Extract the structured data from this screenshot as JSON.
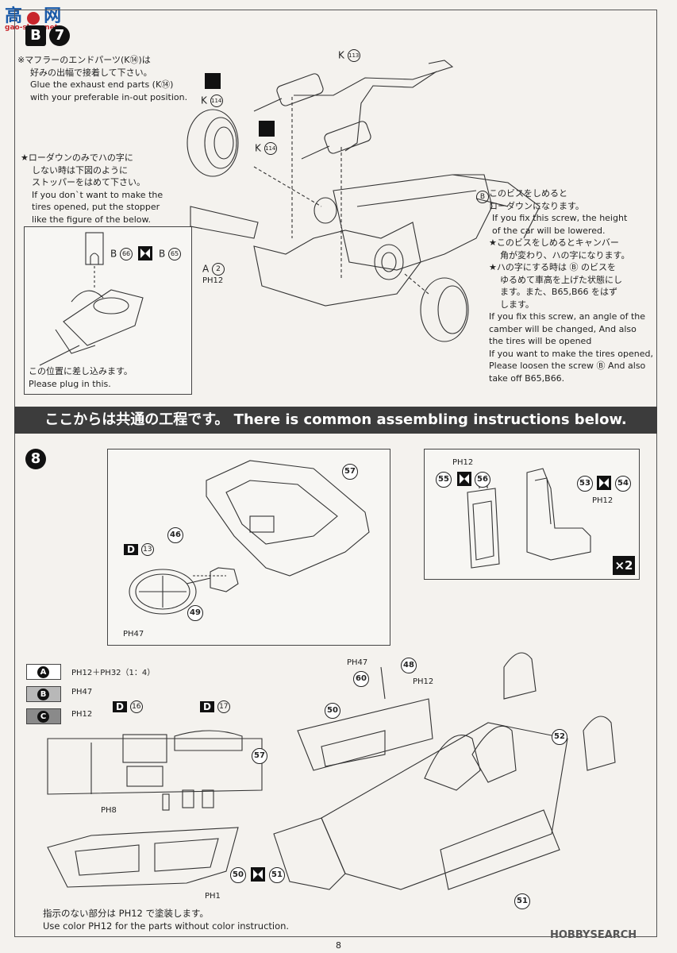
{
  "watermark_top": {
    "cn": "高",
    "site": "gao-shou.net"
  },
  "watermark_bottom": "HOBBYSEARCH",
  "page_number": "8",
  "step_b7": {
    "letter": "B",
    "number": "7"
  },
  "muffler_note": {
    "jp1": "※マフラーのエンドパーツ(K⑭)は",
    "jp2": "好みの出幅で接着して下さい。",
    "en1": "Glue the exhaust end parts (K⑭)",
    "en2": "with your preferable in-out position."
  },
  "lowdown_note": {
    "jp1": "★ローダウンのみでハの字に",
    "jp2": "しない時は下図のように",
    "jp3": "ストッパーをはめて下さい。",
    "en1": "If you don`t want to make the",
    "en2": "tires opened, put the stopper",
    "en3": "like the figure of the below."
  },
  "plug_note": {
    "jp": "この位置に差し込みます。",
    "en": "Please plug in this."
  },
  "screw_note": {
    "jp1": "このビスをしめると",
    "jp2": "ローダウンになります。",
    "en1": "If you fix this screw, the height",
    "en2": "of the car will be lowered.",
    "jp3": "★このビスをしめるとキャンバー",
    "jp4": "角が変わり、ハの字になります。",
    "jp5": "★ハの字にする時は Ⓑ のビスを",
    "jp6": "ゆるめて車高を上げた状態にし",
    "jp7": "ます。また、B65,B66 をはず",
    "jp8": "します。",
    "en3": "If you fix this screw, an angle of the",
    "en4": "camber will be changed, And also",
    "en5": "the tires will be opened",
    "en6": "If you want to make the tires opened,",
    "en7": "Please loosen the screw Ⓑ And also",
    "en8": "take off B65,B66."
  },
  "labels_b7": {
    "k113": "K",
    "k113n": "113",
    "k114a": "K",
    "k114an": "114",
    "k114b": "K",
    "k114bn": "114",
    "b_circle": "B",
    "a2": "A",
    "a2n": "2",
    "ph12": "PH12",
    "b66": "B",
    "b66n": "66",
    "b65": "B",
    "b65n": "65"
  },
  "banner": "ここからは共通の工程です。 There is common assembling instructions below.",
  "step8": {
    "number": "8"
  },
  "parts8": {
    "p57": "57",
    "p46": "46",
    "p49": "49",
    "d13": "D",
    "d13n": "13",
    "ph47": "PH47",
    "p55": "55",
    "p56": "56",
    "p53": "53",
    "p54": "54",
    "ph12a": "PH12",
    "ph12b": "PH12",
    "x2": "×2",
    "p48": "48",
    "p60": "60",
    "ph47b": "PH47",
    "ph12c": "PH12",
    "p50": "50",
    "p52": "52",
    "p51": "51",
    "d16": "D",
    "d16n": "16",
    "d17": "D",
    "d17n": "17",
    "p57b": "57",
    "ph8": "PH8",
    "p50b": "50",
    "p51b": "51",
    "ph1": "PH1"
  },
  "legend": [
    {
      "key": "A",
      "value": "PH12＋PH32（1：4）",
      "color": "#ffffff"
    },
    {
      "key": "B",
      "value": "PH47",
      "color": "#b8b8b8"
    },
    {
      "key": "C",
      "value": "PH12",
      "color": "#8a8a8a"
    }
  ],
  "footer_note": {
    "jp": "指示のない部分は PH12 で塗装します。",
    "en": "Use color PH12 for the parts without color instruction."
  }
}
